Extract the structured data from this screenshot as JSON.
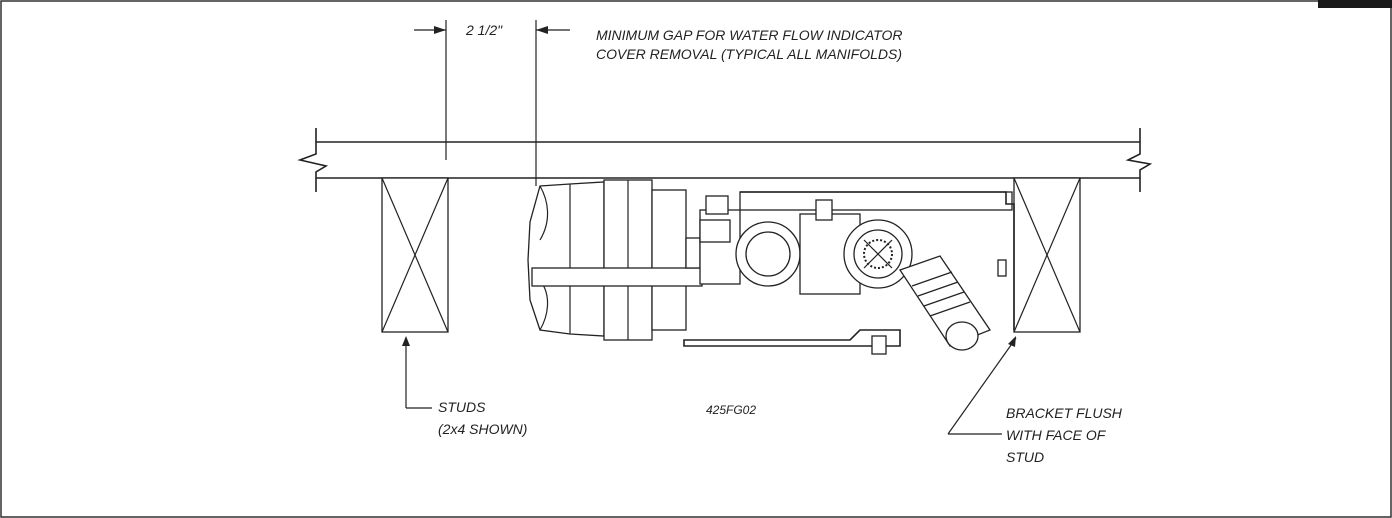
{
  "labels": {
    "dimension": "2 1/2\"",
    "gap_note_line1": "MINIMUM GAP FOR WATER FLOW INDICATOR",
    "gap_note_line2": "COVER REMOVAL (TYPICAL ALL MANIFOLDS)",
    "studs_line1": "STUDS",
    "studs_line2": "(2x4 SHOWN)",
    "figure_id": "425FG02",
    "bracket_line1": "BRACKET FLUSH",
    "bracket_line2": "WITH FACE OF",
    "bracket_line3": "STUD"
  },
  "colors": {
    "line": "#222222",
    "background": "#ffffff",
    "corner_tab": "#1a1a1a"
  }
}
